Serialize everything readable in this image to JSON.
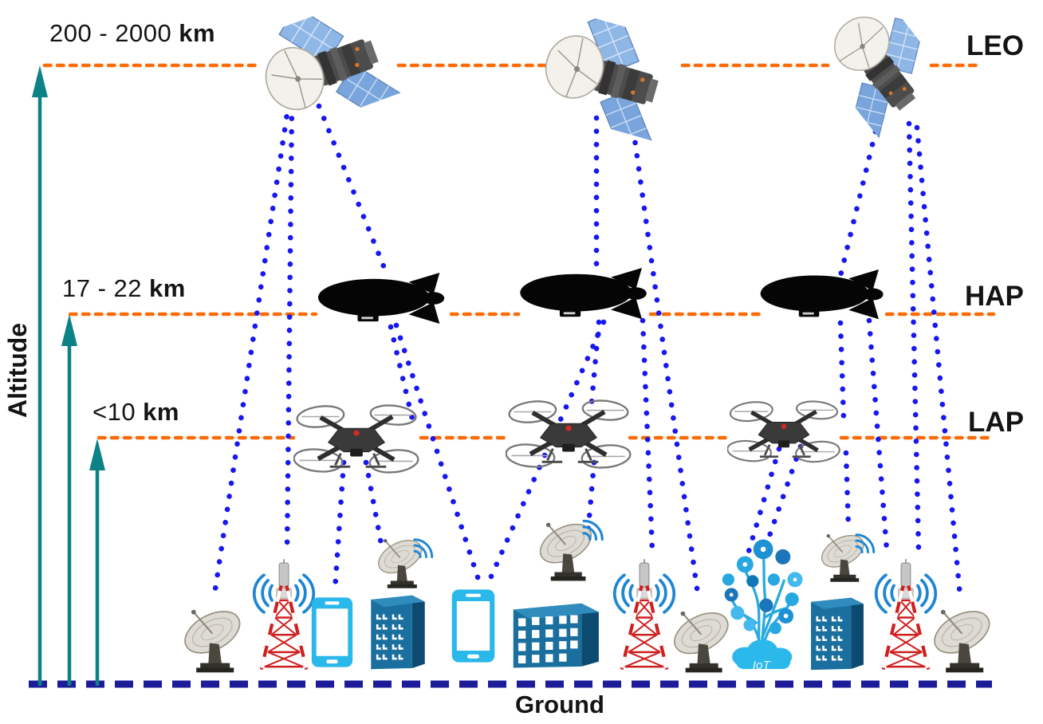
{
  "figure": {
    "type": "non-terrestrial-network-altitude-diagram",
    "axis_label": "Altitude",
    "ground_label": "Ground"
  },
  "layers": [
    {
      "name": "LEO",
      "range": "200 - 2000",
      "unit": "km",
      "platform": "satellite",
      "platform_count": 3
    },
    {
      "name": "HAP",
      "range": "17 - 22",
      "unit": "km",
      "platform": "airship",
      "platform_count": 3
    },
    {
      "name": "LAP",
      "range": "<10",
      "unit": "km",
      "platform": "drone",
      "platform_count": 3
    }
  ],
  "iot_cloud_label": "IoT",
  "ground_devices": [
    "satellite-dish",
    "cell-tower",
    "smartphone",
    "building-with-dish",
    "smartphone",
    "building-with-dish",
    "cell-tower",
    "satellite-dish",
    "iot-tree",
    "building-with-dish",
    "cell-tower",
    "satellite-dish"
  ],
  "icon_glyphs": {
    "satellite-icon": "svg-satellite-with-dish-and-solar-panels",
    "airship-icon": "svg-black-blimp-silhouette",
    "drone-icon": "svg-quadcopter",
    "dish-icon": "svg-parabolic-ground-antenna",
    "tower-icon": "svg-red-white-lattice-tower",
    "phone-icon": "svg-cyan-smartphone",
    "building-icon": "svg-blue-isometric-building",
    "iot-tree-icon": "svg-iot-icon-tree",
    "wifi-arcs-icon": "svg-blue-signal-arcs"
  },
  "colors": {
    "layer_line_orange": "#fb6b08",
    "signal_link_blue": "#1717ef",
    "ground_line_navy": "#1c1c99",
    "altitude_arrow_teal": "#0c8286",
    "building_blue": "#1a6f9f",
    "phone_cyan": "#2ab7ea",
    "tower_red": "#d01f1f",
    "wifi_arc_blue": "#1f86d2",
    "iot_blue": "#2aaae0"
  }
}
